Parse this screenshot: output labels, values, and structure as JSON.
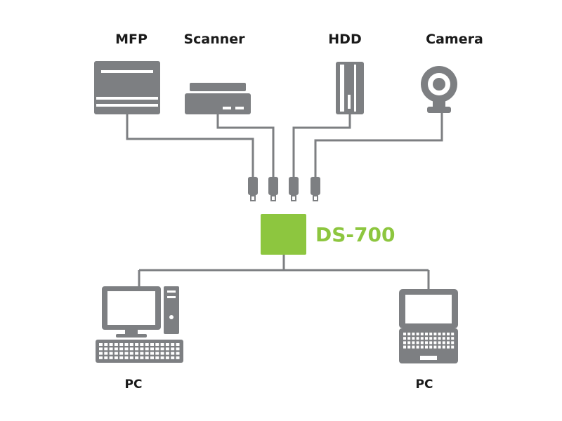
{
  "devices": {
    "mfp": {
      "label": "MFP",
      "icon": "printer-icon"
    },
    "scanner": {
      "label": "Scanner",
      "icon": "scanner-icon"
    },
    "hdd": {
      "label": "HDD",
      "icon": "hard-drive-icon"
    },
    "camera": {
      "label": "Camera",
      "icon": "webcam-icon"
    }
  },
  "hub": {
    "label": "DS-700",
    "color": "#8dc63f",
    "icon": "device-server-icon"
  },
  "clients": [
    {
      "label": "PC",
      "icon": "desktop-computer-icon"
    },
    {
      "label": "PC",
      "icon": "laptop-icon"
    }
  ],
  "connectors": {
    "count": 4,
    "icon": "usb-plug-icon"
  },
  "colors": {
    "device": "#7d7f82",
    "accent": "#8dc63f",
    "text": "#1a1a1a"
  }
}
